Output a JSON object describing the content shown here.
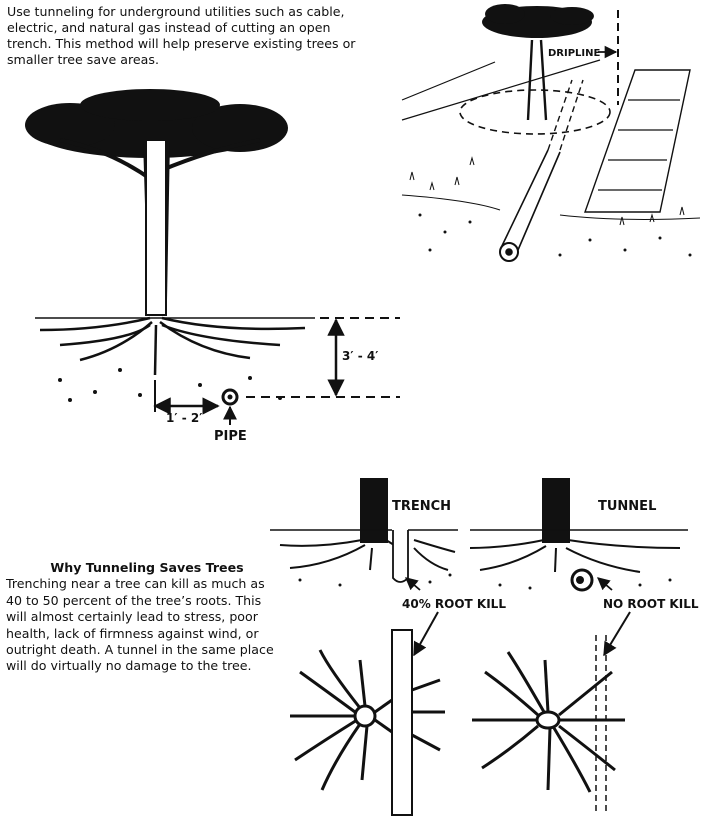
{
  "intro_text": "Use tunneling for underground utilities such as cable, electric, and natural gas instead of cutting an open trench. This method will help preserve existing trees or smaller tree save areas.",
  "labels": {
    "dripline": "DRIPLINE",
    "depth": "3′ - 4′",
    "offset": "1′ - 2′",
    "pipe": "PIPE",
    "trench": "TRENCH",
    "tunnel": "TUNNEL",
    "root_kill_40": "40% ROOT KILL",
    "no_root_kill": "NO ROOT KILL"
  },
  "why": {
    "title": "Why Tunneling Saves Trees",
    "body": "Trenching near a tree can kill as much as 40 to 50 percent of the tree’s roots. This will almost certainly lead to stress, poor health, lack of firmness against wind, or outright death. A tunnel in the same place will do virtually no damage to the tree."
  }
}
